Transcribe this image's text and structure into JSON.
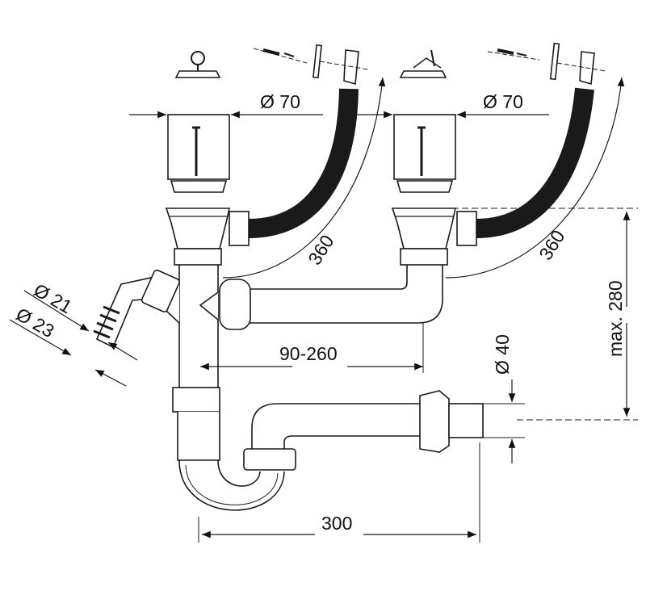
{
  "dimensions": {
    "left_strainer_diameter": "Ø 70",
    "right_strainer_diameter": "Ø 70",
    "left_overflow_hose_length": "360",
    "right_overflow_hose_length": "360",
    "trap_height": "max. 280",
    "inlet_diameter_21": "Ø 21",
    "inlet_diameter_23": "Ø 23",
    "connector_length_range": "90-260",
    "outlet_diameter": "Ø 40",
    "trap_width": "300"
  }
}
